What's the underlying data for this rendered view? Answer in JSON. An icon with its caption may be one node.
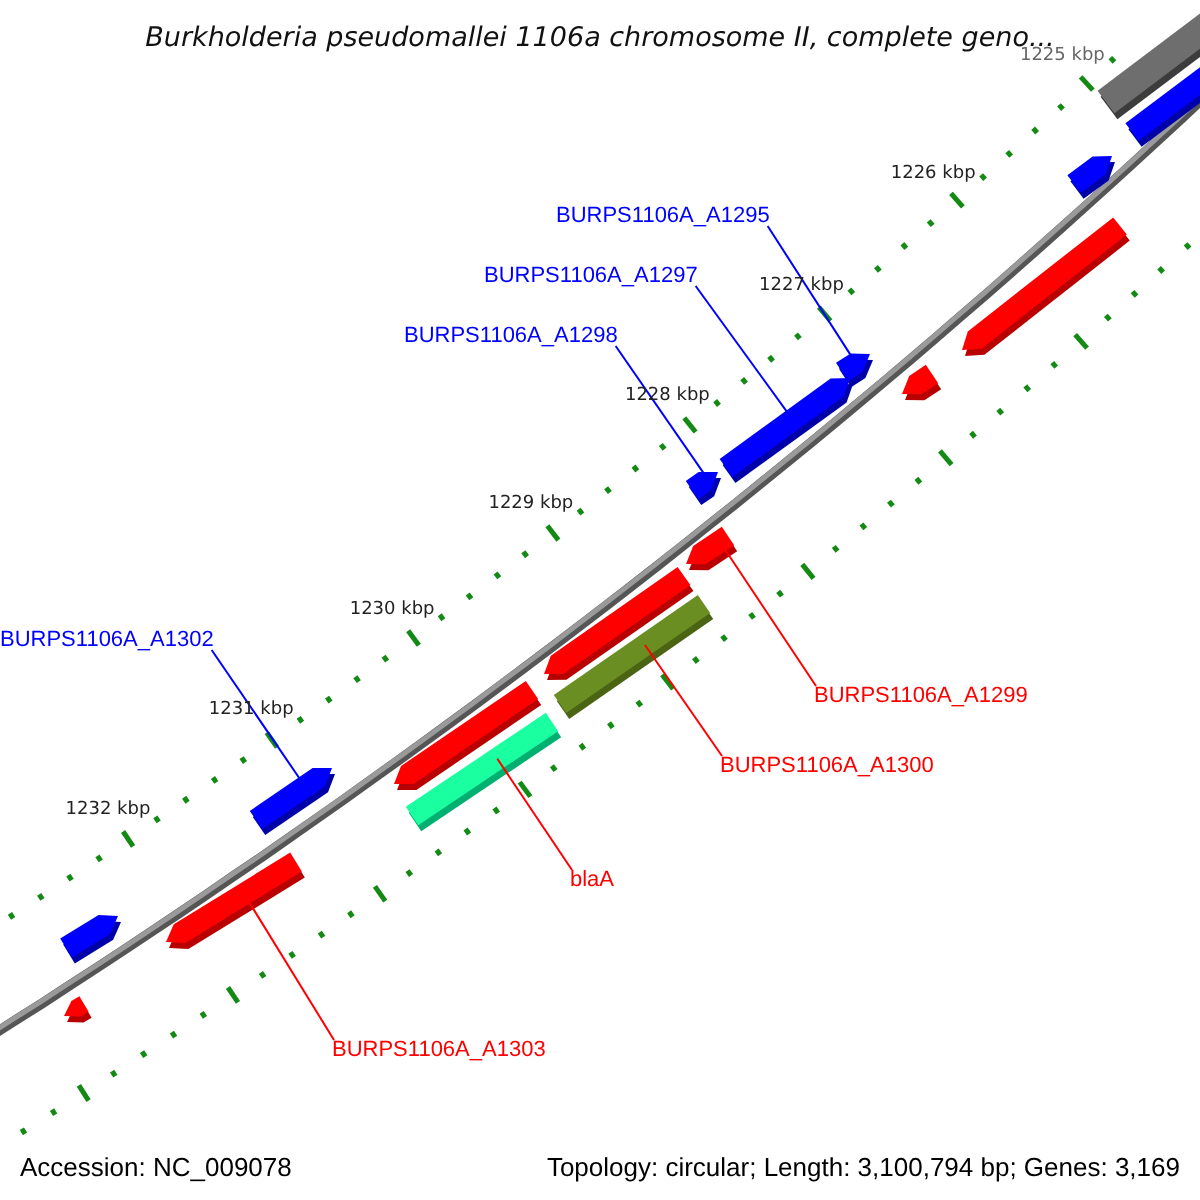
{
  "diagram": {
    "title": "Burkholderia pseudomallei 1106a chromosome II, complete geno...",
    "nodes": [
      {
        "text": [
          "BURPS1106A_A1295"
        ]
      },
      {
        "text": [
          "BURPS1106A_A1297"
        ]
      },
      {
        "text": [
          "BURPS1106A_A1298"
        ]
      },
      {
        "text": [
          "BURPS1106A_A1302"
        ]
      },
      {
        "text": [
          "BURPS1106A_A1299"
        ]
      },
      {
        "text": [
          "BURPS1106A_A1300"
        ]
      },
      {
        "text": [
          "blaA"
        ]
      },
      {
        "text": [
          "BURPS1106A_A1303"
        ]
      },
      {
        "text": [],
        "shape": "bar"
      },
      {
        "text": [],
        "shape": "bar"
      },
      {
        "text": [],
        "shape": "bar"
      },
      {
        "text": [],
        "shape": "bar"
      },
      {
        "text": [],
        "shape": "bar"
      },
      {
        "text": [],
        "shape": "bar"
      },
      {
        "text": [],
        "shape": "bar"
      },
      {
        "text": [],
        "shape": "bar"
      },
      {
        "text": [],
        "shape": "bar"
      },
      {
        "text": [],
        "shape": "bar"
      },
      {
        "text": [],
        "shape": "bar"
      },
      {
        "text": [],
        "shape": "bar"
      },
      {
        "text": [],
        "shape": "bar"
      },
      {
        "text": [],
        "shape": "bar"
      },
      {
        "text": [],
        "shape": "bar"
      },
      {
        "text": [],
        "shape": "bar"
      },
      {
        "text": [],
        "shape": "bar"
      }
    ],
    "edges": [
      {
        "from": 0,
        "to": 8,
        "arrow": "none",
        "color": "#0000ff"
      },
      {
        "from": 1,
        "to": 9,
        "arrow": "none",
        "color": "#0000ff"
      },
      {
        "from": 2,
        "to": 10,
        "arrow": "none",
        "color": "#0000ff"
      },
      {
        "from": 3,
        "to": 11,
        "arrow": "none",
        "color": "#0000ff"
      },
      {
        "from": 4,
        "to": 12,
        "arrow": "none",
        "color": "#ff0000"
      },
      {
        "from": 5,
        "to": 13,
        "arrow": "none",
        "color": "#ff0000"
      },
      {
        "from": 6,
        "to": 14,
        "arrow": "none",
        "color": "#ff0000"
      },
      {
        "from": 7,
        "to": 15,
        "arrow": "none",
        "color": "#ff0000"
      }
    ],
    "labels": [
      "1225 kbp",
      "1226 kbp",
      "1227 kbp",
      "1228 kbp",
      "1229 kbp",
      "1230 kbp",
      "1231 kbp",
      "1232 kbp",
      "Accession: NC_009078",
      "Topology: circular; Length: 3,100,794 bp; Genes: 3,169"
    ]
  }
}
